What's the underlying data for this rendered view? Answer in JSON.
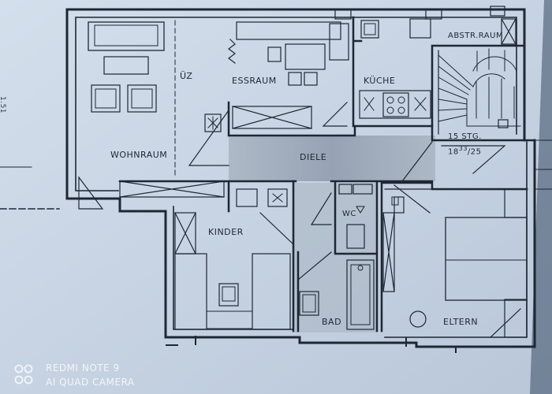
{
  "rooms": {
    "wohnraum": "WOHNRAUM",
    "uez": "ÜZ",
    "essraum": "ESSRAUM",
    "kueche": "KÜCHE",
    "abstraum": "ABSTR.RAUM",
    "diele": "DIELE",
    "stairs_line1": "15 STG.",
    "stairs_base": "18",
    "stairs_sup": "33",
    "stairs_tail": "/25",
    "kinder": "KINDER",
    "wc": "WC",
    "bad": "BAD",
    "eltern": "ELTERN"
  },
  "margin_mark": "1.51",
  "watermark": {
    "line1": "REDMI NOTE 9",
    "line2": "AI QUAD CAMERA"
  },
  "colors": {
    "paper": "#c9d6e6",
    "ink": "#1e2733",
    "hall_tone": "#9aa6b5"
  }
}
